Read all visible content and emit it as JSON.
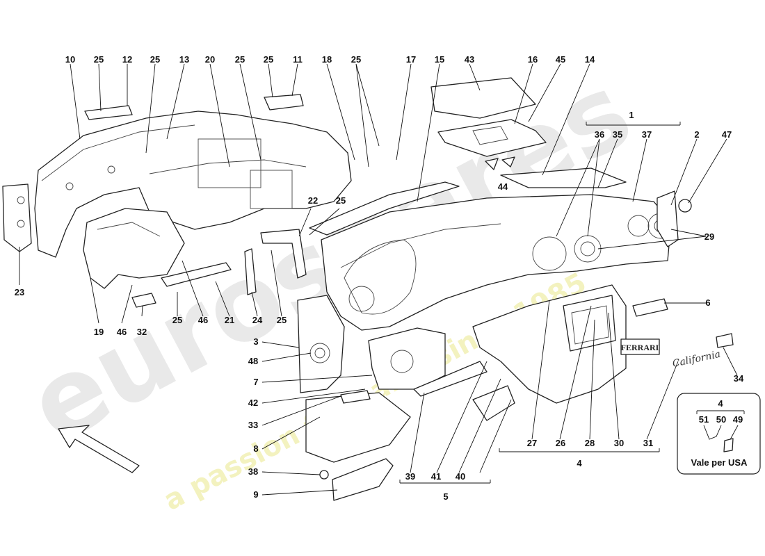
{
  "watermark": {
    "brand": "eurospares",
    "tagline": "a passion for parts since 1985"
  },
  "callouts": [
    {
      "id": "c10",
      "text": "10"
    },
    {
      "id": "c25a",
      "text": "25"
    },
    {
      "id": "c12",
      "text": "12"
    },
    {
      "id": "c25b",
      "text": "25"
    },
    {
      "id": "c13",
      "text": "13"
    },
    {
      "id": "c20",
      "text": "20"
    },
    {
      "id": "c25c",
      "text": "25"
    },
    {
      "id": "c25d",
      "text": "25"
    },
    {
      "id": "c11",
      "text": "11"
    },
    {
      "id": "c18",
      "text": "18"
    },
    {
      "id": "c25e",
      "text": "25"
    },
    {
      "id": "c17",
      "text": "17"
    },
    {
      "id": "c15",
      "text": "15"
    },
    {
      "id": "c43",
      "text": "43"
    },
    {
      "id": "c16",
      "text": "16"
    },
    {
      "id": "c45",
      "text": "45"
    },
    {
      "id": "c14",
      "text": "14"
    },
    {
      "id": "c1",
      "text": "1"
    },
    {
      "id": "c36",
      "text": "36"
    },
    {
      "id": "c35",
      "text": "35"
    },
    {
      "id": "c37",
      "text": "37"
    },
    {
      "id": "c2",
      "text": "2"
    },
    {
      "id": "c47",
      "text": "47"
    },
    {
      "id": "c44",
      "text": "44"
    },
    {
      "id": "c22",
      "text": "22"
    },
    {
      "id": "c25f",
      "text": "25"
    },
    {
      "id": "c29",
      "text": "29"
    },
    {
      "id": "c23",
      "text": "23"
    },
    {
      "id": "c6",
      "text": "6"
    },
    {
      "id": "c19",
      "text": "19"
    },
    {
      "id": "c46a",
      "text": "46"
    },
    {
      "id": "c32",
      "text": "32"
    },
    {
      "id": "c25g",
      "text": "25"
    },
    {
      "id": "c46b",
      "text": "46"
    },
    {
      "id": "c21",
      "text": "21"
    },
    {
      "id": "c24",
      "text": "24"
    },
    {
      "id": "c25h",
      "text": "25"
    },
    {
      "id": "c3",
      "text": "3"
    },
    {
      "id": "c48",
      "text": "48"
    },
    {
      "id": "c7",
      "text": "7"
    },
    {
      "id": "c42",
      "text": "42"
    },
    {
      "id": "c33",
      "text": "33"
    },
    {
      "id": "c8",
      "text": "8"
    },
    {
      "id": "c38",
      "text": "38"
    },
    {
      "id": "c9",
      "text": "9"
    },
    {
      "id": "c34",
      "text": "34"
    },
    {
      "id": "c39",
      "text": "39"
    },
    {
      "id": "c41",
      "text": "41"
    },
    {
      "id": "c40",
      "text": "40"
    },
    {
      "id": "c5",
      "text": "5"
    },
    {
      "id": "c27",
      "text": "27"
    },
    {
      "id": "c26",
      "text": "26"
    },
    {
      "id": "c28",
      "text": "28"
    },
    {
      "id": "c30",
      "text": "30"
    },
    {
      "id": "c31",
      "text": "31"
    },
    {
      "id": "c4",
      "text": "4"
    }
  ],
  "usa_box": {
    "group": "4",
    "items": [
      "51",
      "50",
      "49"
    ],
    "caption": "Vale per USA"
  },
  "badges": {
    "ferrari": "FERRARI",
    "california": "California"
  }
}
